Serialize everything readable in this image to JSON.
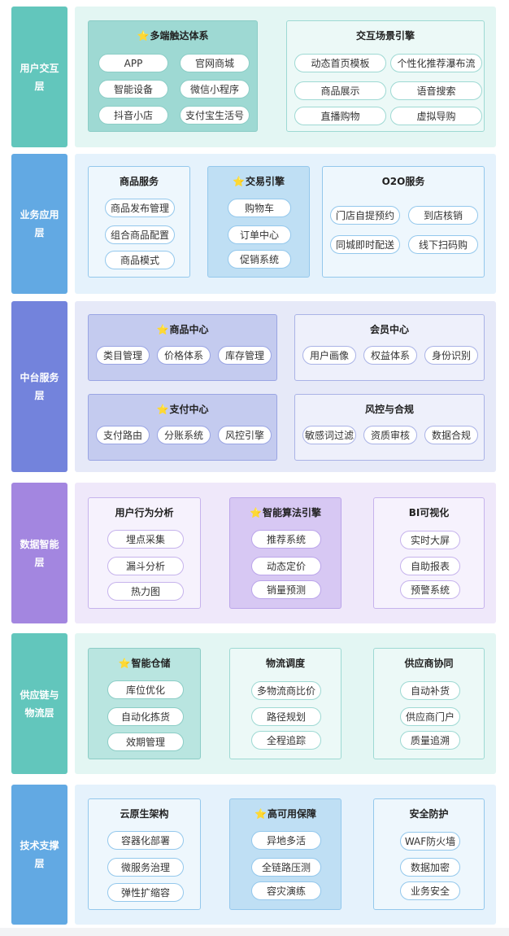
{
  "layers": [
    {
      "id": "user",
      "label": "用户交互层",
      "color": "#62c6bc",
      "bg": "#e3f6f3",
      "modules": [
        {
          "title": "多端触达体系",
          "star": true,
          "bg": "#9ed9d3",
          "border": "#8ccdc6",
          "pills": [
            "APP",
            "官网商城",
            "智能设备",
            "微信小程序",
            "抖音小店",
            "支付宝生活号"
          ]
        },
        {
          "title": "交互场景引擎",
          "star": false,
          "bg": "#ecf9f7",
          "border": "#9ed9d3",
          "pills": [
            "动态首页模板",
            "个性化推荐瀑布流",
            "商品展示",
            "语音搜索",
            "直播购物",
            "虚拟导购"
          ]
        }
      ]
    },
    {
      "id": "business",
      "label": "业务应用层",
      "color": "#62a9e3",
      "bg": "#e5f2fc",
      "modules": [
        {
          "title": "商品服务",
          "star": false,
          "bg": "#eef7fd",
          "border": "#94c8ec",
          "pills": [
            "商品发布管理",
            "组合商品配置",
            "商品模式"
          ]
        },
        {
          "title": "交易引擎",
          "star": true,
          "bg": "#bfdff4",
          "border": "#94c8ec",
          "pills": [
            "购物车",
            "订单中心",
            "促销系统"
          ]
        },
        {
          "title": "O2O服务",
          "star": false,
          "bg": "#eef7fd",
          "border": "#94c8ec",
          "pills": [
            "门店自提预约",
            "到店核销",
            "同城即时配送",
            "线下扫码购"
          ]
        }
      ]
    },
    {
      "id": "middle",
      "label": "中台服务层",
      "color": "#7383dc",
      "bg": "#e6e9f8",
      "modules": [
        {
          "title": "商品中心",
          "star": true,
          "bg": "#c4cbef",
          "border": "#9aa5e3",
          "pills": [
            "类目管理",
            "价格体系",
            "库存管理"
          ]
        },
        {
          "title": "会员中心",
          "star": false,
          "bg": "#eef0fb",
          "border": "#aab3e6",
          "pills": [
            "用户画像",
            "权益体系",
            "身份识别"
          ]
        },
        {
          "title": "支付中心",
          "star": true,
          "bg": "#c4cbef",
          "border": "#9aa5e3",
          "pills": [
            "支付路由",
            "分账系统",
            "风控引擎"
          ]
        },
        {
          "title": "风控与合规",
          "star": false,
          "bg": "#eef0fb",
          "border": "#aab3e6",
          "pills": [
            "敏感词过滤",
            "资质审核",
            "数据合规"
          ]
        }
      ]
    },
    {
      "id": "data",
      "label": "数据智能层",
      "color": "#a386e0",
      "bg": "#efe8fa",
      "modules": [
        {
          "title": "用户行为分析",
          "star": false,
          "bg": "#f6f2fd",
          "border": "#c6b3ec",
          "pills": [
            "埋点采集",
            "漏斗分析",
            "热力图"
          ]
        },
        {
          "title": "智能算法引擎",
          "star": true,
          "bg": "#d7c8f3",
          "border": "#bba5ea",
          "pills": [
            "推荐系统",
            "动态定价",
            "销量预测"
          ]
        },
        {
          "title": "BI可视化",
          "star": false,
          "bg": "#f6f2fd",
          "border": "#c6b3ec",
          "pills": [
            "实时大屏",
            "自助报表",
            "预警系统"
          ]
        }
      ]
    },
    {
      "id": "supply",
      "label": "供应链与物流层",
      "color": "#62c6bc",
      "bg": "#e3f6f3",
      "modules": [
        {
          "title": "智能仓储",
          "star": true,
          "bg": "#b9e5e0",
          "border": "#8ccdc6",
          "pills": [
            "库位优化",
            "自动化拣货",
            "效期管理"
          ]
        },
        {
          "title": "物流调度",
          "star": false,
          "bg": "#ecf9f7",
          "border": "#9ed9d3",
          "pills": [
            "多物流商比价",
            "路径规划",
            "全程追踪"
          ]
        },
        {
          "title": "供应商协同",
          "star": false,
          "bg": "#ecf9f7",
          "border": "#9ed9d3",
          "pills": [
            "自动补货",
            "供应商门户",
            "质量追溯"
          ]
        }
      ]
    },
    {
      "id": "tech",
      "label": "技术支撑层",
      "color": "#62a9e3",
      "bg": "#e5f2fc",
      "modules": [
        {
          "title": "云原生架构",
          "star": false,
          "bg": "#eef7fd",
          "border": "#94c8ec",
          "pills": [
            "容器化部署",
            "微服务治理",
            "弹性扩缩容"
          ]
        },
        {
          "title": "高可用保障",
          "star": true,
          "bg": "#bfdff4",
          "border": "#94c8ec",
          "pills": [
            "异地多活",
            "全链路压测",
            "容灾演练"
          ]
        },
        {
          "title": "安全防护",
          "star": false,
          "bg": "#eef7fd",
          "border": "#94c8ec",
          "pills": [
            "WAF防火墙",
            "数据加密",
            "业务安全"
          ]
        }
      ]
    }
  ]
}
